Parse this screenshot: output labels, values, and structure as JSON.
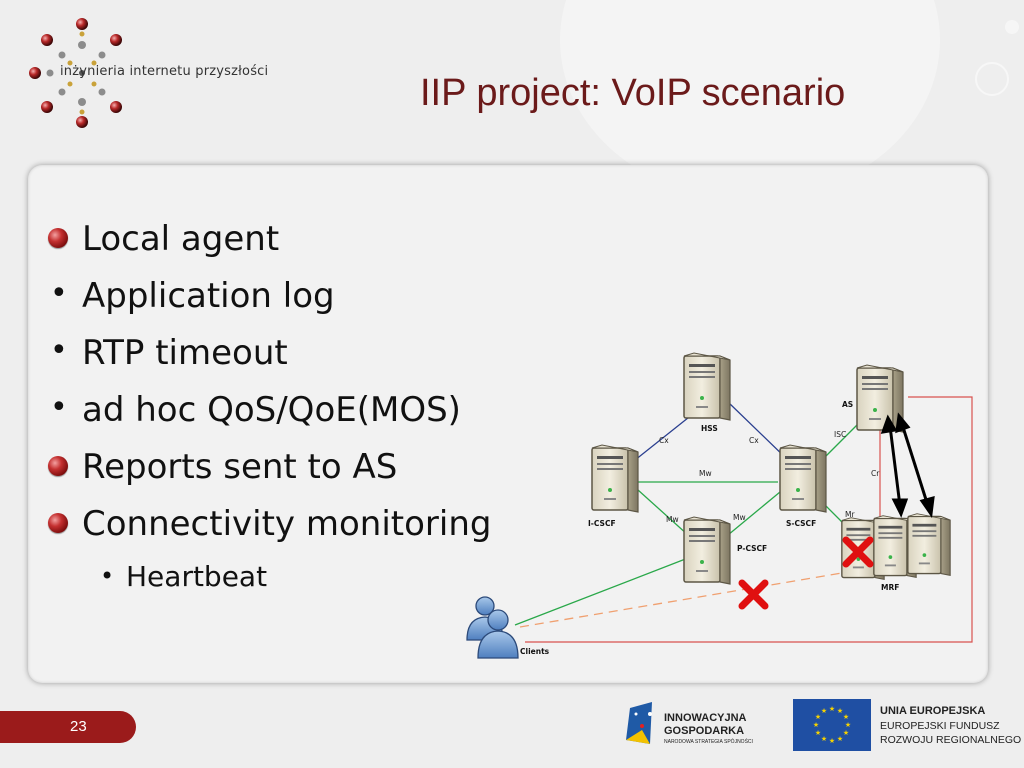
{
  "logo": {
    "text": "inżynieria internetu przyszłości"
  },
  "title": "IIP project: VoIP scenario",
  "bullets": [
    {
      "text": "Local agent",
      "level": 1,
      "marker": "orb"
    },
    {
      "text": "Application log",
      "level": 1,
      "marker": "dot"
    },
    {
      "text": "RTP timeout",
      "level": 1,
      "marker": "dot"
    },
    {
      "text": "ad hoc QoS/QoE(MOS)",
      "level": 1,
      "marker": "dot"
    },
    {
      "text": "Reports sent to AS",
      "level": 1,
      "marker": "orb"
    },
    {
      "text": "Connectivity monitoring",
      "level": 1,
      "marker": "orb"
    },
    {
      "text": "Heartbeat",
      "level": 2,
      "marker": "dot"
    }
  ],
  "diagram": {
    "nodes": {
      "hss": "HSS",
      "icscf": "I-CSCF",
      "scscf": "S-CSCF",
      "pcscf": "P-CSCF",
      "as": "AS",
      "mrf": "MRF",
      "clients": "Clients"
    },
    "links": {
      "cx_left": "Cx",
      "cx_right": "Cx",
      "mw_top": "Mw",
      "mw_left": "Mw",
      "mw_right": "Mw",
      "isc": "ISC",
      "cr": "Cr",
      "mr": "Mr"
    }
  },
  "footer": {
    "page": "23",
    "ig_line1": "INNOWACYJNA",
    "ig_line2": "GOSPODARKA",
    "ig_line3": "NARODOWA STRATEGIA SPÓJNOŚCI",
    "eu_line1": "UNIA EUROPEJSKA",
    "eu_line2": "EUROPEJSKI FUNDUSZ",
    "eu_line3": "ROZWOJU REGIONALNEGO"
  },
  "colors": {
    "title": "#6b1a1a",
    "accent": "#9b1b1b",
    "link_blue": "#2a3f8f",
    "link_green": "#2aa84a",
    "link_red": "#d9534f",
    "x_mark": "#e01010"
  }
}
